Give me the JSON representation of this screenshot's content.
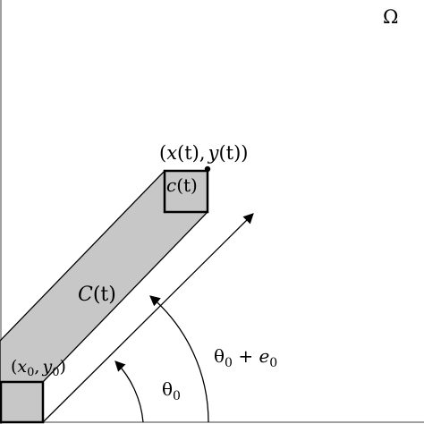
{
  "diagram": {
    "region_label": "Ω",
    "endpoint_label": {
      "open": "(",
      "x": "x",
      "t1": "(t)",
      "comma": ",",
      "y": "y",
      "t2": "(t)",
      "close": ")"
    },
    "small_box_label": {
      "c": "c",
      "t": "(t)"
    },
    "band_label": {
      "C": "C",
      "t": "(t)"
    },
    "start_label": {
      "open": "(",
      "x": "x",
      "x_sub": "0",
      "comma": ",",
      "y": "y",
      "y_sub": "0",
      "close": ")"
    },
    "angle_inner_label": {
      "theta": "θ",
      "sub": "0"
    },
    "angle_outer_label": {
      "theta": "θ",
      "sub": "0",
      "plus": " + ",
      "e": "e",
      "e_sub": "0"
    },
    "colors": {
      "band_fill": "#c7c7c7",
      "box_fill": "#c7c7c7",
      "stroke": "#000000",
      "axis": "#808080"
    }
  }
}
